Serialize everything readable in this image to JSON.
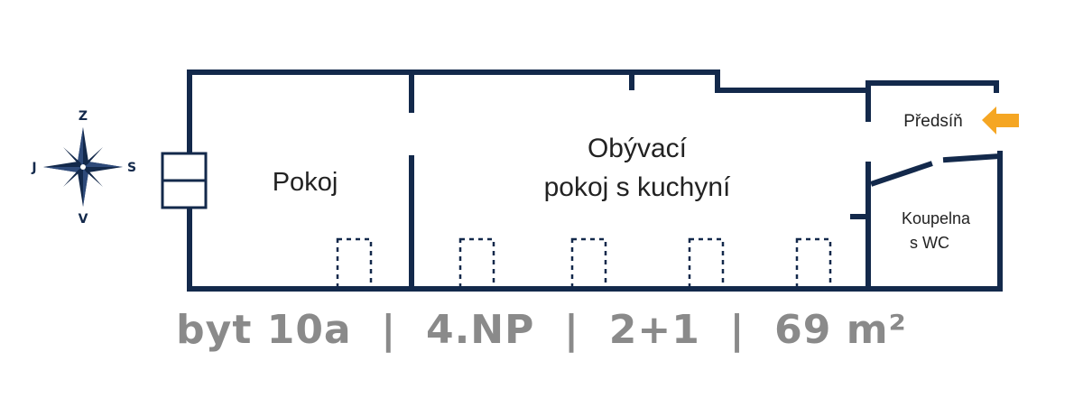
{
  "rooms": {
    "pokoj": "Pokoj",
    "obyvaci_line1": "Obývací",
    "obyvaci_line2": "pokoj s kuchyní",
    "predsin": "Předsíň",
    "koupelna_line1": "Koupelna",
    "koupelna_line2": "s WC"
  },
  "compass": {
    "north": "Z",
    "south": "V",
    "west": "J",
    "east": "S"
  },
  "caption": "byt 10a  |  4.NP  |  2+1  |  69 m²",
  "colors": {
    "wall": "#13294b",
    "entrance_arrow": "#f5a623",
    "caption": "#8a8a8a"
  },
  "icons": {
    "entrance": "arrow-left-icon",
    "compass": "compass-rose-icon"
  }
}
